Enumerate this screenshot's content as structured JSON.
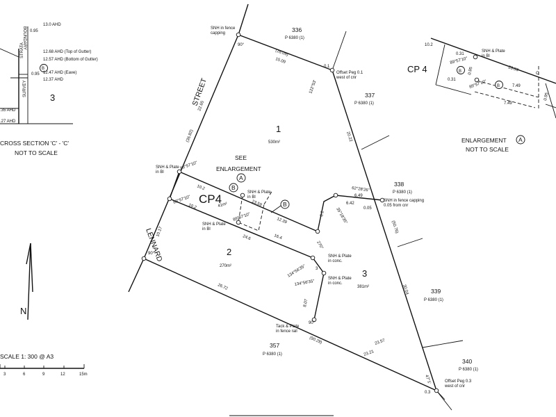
{
  "labels": {
    "street_a": "STREET",
    "street_b": "LENNARD",
    "see_enlargement_1": "SEE",
    "see_enlargement_2": "ENLARGEMENT",
    "circle_a": "A",
    "circle_b": "B",
    "cp4": "CP4",
    "cp4_enl": "CP 4",
    "cross_section": "CROSS SECTION 'C' - 'C'",
    "not_to_scale": "NOT TO SCALE",
    "enlargement": "ENLARGEMENT",
    "not_to_scale_b": "NOT TO SCALE",
    "scale": "SCALE  1: 300 @ A3",
    "north": "N",
    "boundary_label": "BOUNDARY",
    "strata_label": "STRATA",
    "survey_label": "SURVEY"
  },
  "lots": [
    {
      "id": "lot1",
      "num": "1",
      "area": "530m²"
    },
    {
      "id": "lot2",
      "num": "2",
      "area": "270m²"
    },
    {
      "id": "lot3",
      "num": "3",
      "area": "381m²"
    }
  ],
  "neighbours": {
    "n336": {
      "num": "336",
      "plan": "P 6380 (1)"
    },
    "n337": {
      "num": "337",
      "plan": "P 6380 (1)"
    },
    "n338": {
      "num": "338",
      "plan": "P 6380 (1)"
    },
    "n339": {
      "num": "339",
      "plan": "P 6380 (1)"
    },
    "n340": {
      "num": "340",
      "plan": "P 6380 (1)"
    },
    "n357": {
      "num": "357",
      "plan": "P 6380 (1)"
    }
  },
  "dimensions": {
    "top_paren": "(16.09)",
    "top": "15.09",
    "top_short": "0.1",
    "angle_top": "122°53'",
    "angle_90_top": "90°",
    "street_paren": "(36.82)",
    "street": "22.65",
    "right_upper": "20.22",
    "right_paren": "(50.76)",
    "right_lower": "30.04",
    "angle_right": "62°28'26\"",
    "d_649": "6.49",
    "d_642": "6.42",
    "d_005": "0.05",
    "angle_355": "35°18'35\"",
    "d_61": "6.1",
    "angle_270": "270°",
    "d_102_a": "10.2",
    "d_102_b": "10.2",
    "angle_a": "89°57'10\"",
    "angle_b": "89°57'10\"",
    "angle_c": "89°57'10\"",
    "area_cp4": "41m²",
    "d_2359": "23.59",
    "d_1239": "12.39",
    "d_246": "24.6",
    "d_164": "16.4",
    "d_1017": "10.17",
    "angle_90_left": "90°",
    "d_2672": "26.72",
    "d_807": "8.07",
    "angle_134_a": "134°56'35\"",
    "d_3": "3",
    "angle_134_b": "134°56'35\"",
    "angle_90_mid": "90°",
    "bottom_paren": "(50.29)",
    "d_2357": "23.57",
    "d_2321": "23.21",
    "angle_47": "47°1'",
    "d_03": "0.3",
    "enl_102": "10.2",
    "enl_031_a": "0.31",
    "enl_031_b": "0.31",
    "enl_095": "0.95",
    "enl_2359": "23.59",
    "enl_749_a": "7.49",
    "enl_749_b": "7.49",
    "enl_095_b": "0.95",
    "enl_angle_a": "89°57'10\"",
    "enl_angle_b": "89°57'10\"",
    "enl_c": "C"
  },
  "notes": {
    "snh_fence_capping_top": "SNH in fence\ncapping",
    "offset_peg_top": "Offset Peg 0.1\nwest of cnr",
    "snh_plate_bl_top": "SNH & Plate\nin Bl",
    "snh_plate_bl_mid": "SNH & Plate\nin Bl",
    "snh_plate_bl_cp4": "SNH & Plate\nin Bl",
    "snh_fence_capping_right": "SNH in fence capping\n0.05 from cnr",
    "snh_plate_conc_a": "SNH & Plate\nin conc.",
    "snh_plate_conc_b": "SNH & Plate\nin conc.",
    "tack_plate": "Tack & Plate\nin fence rail",
    "offset_peg_bottom": "Offset Peg 0.3\nwest of cnr",
    "enl_snh_plate": "SNH & Plate\nin Bl"
  },
  "cross_section": {
    "levels": [
      "13.0 AHD",
      "12.68 AHD (Top of Gutter)",
      "12.57 AHD (Bottom of Gutter)",
      "12.47 AHD (Eave)",
      "12.37 AHD"
    ],
    "d_095_a": "0.95",
    "d_095_b": "0.95",
    "lot": "3",
    "left_a": ".35 AHD",
    "left_b": ".27 AHD"
  },
  "scale_ticks": [
    "3",
    "6",
    "9",
    "12",
    "15m"
  ]
}
